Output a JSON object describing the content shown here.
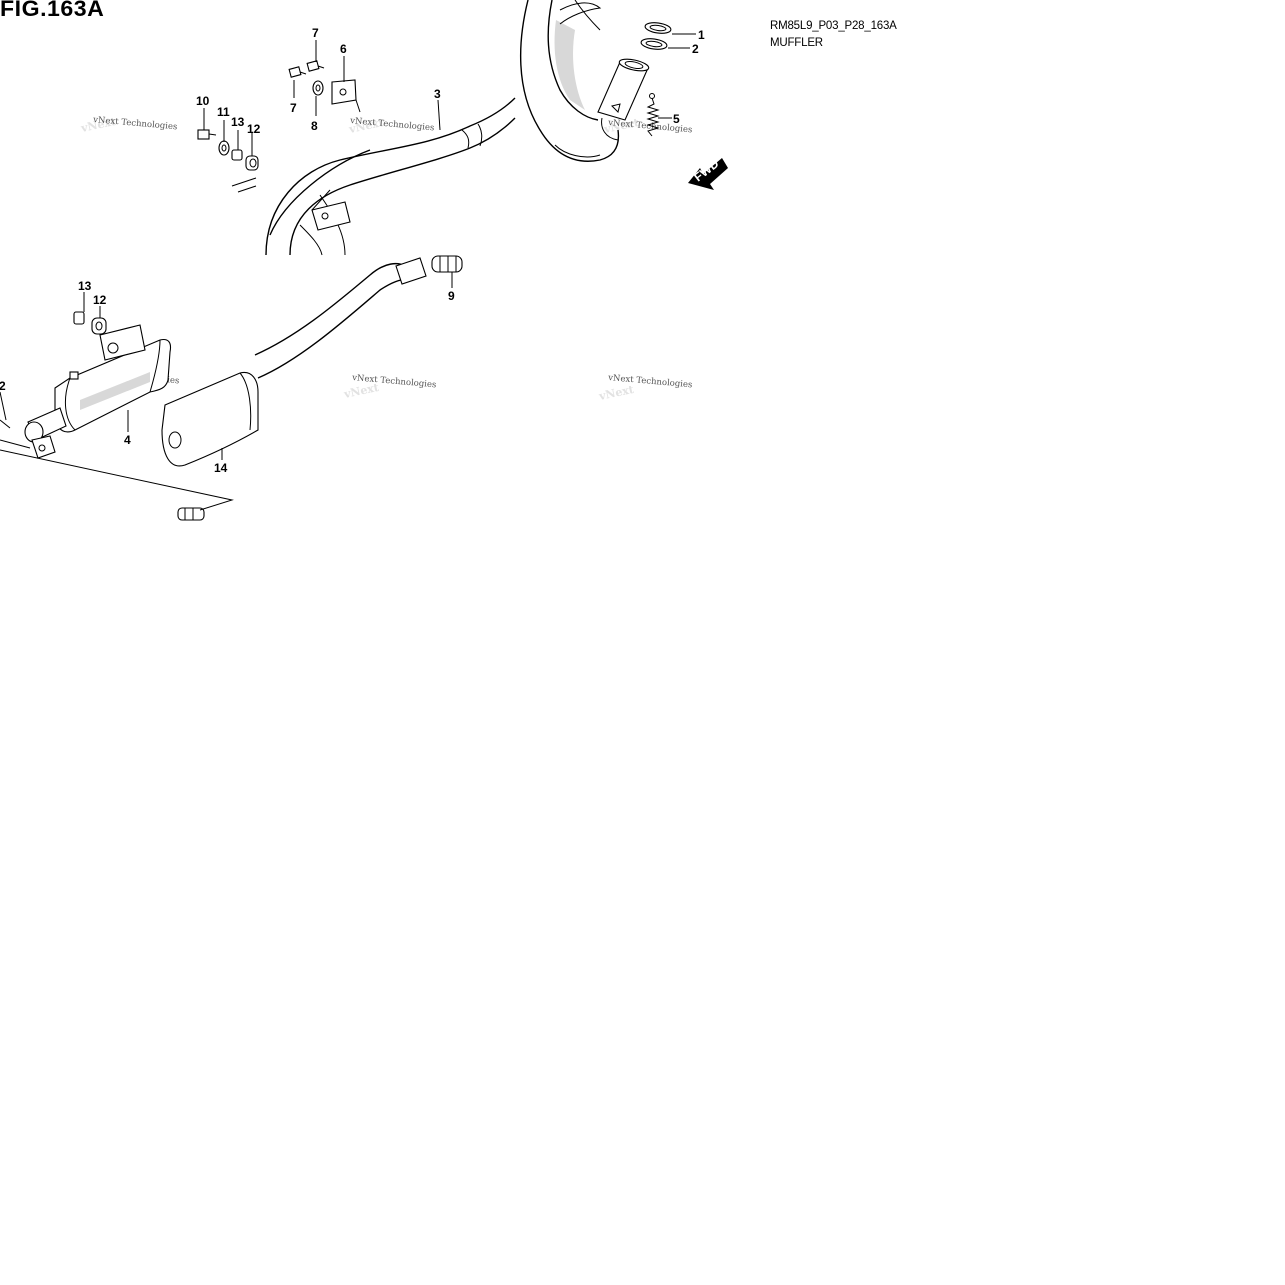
{
  "header": {
    "figure_label": "FIG.163A",
    "drawing_code": "RM85L9_P03_P28_163A",
    "section_title": "MUFFLER"
  },
  "callouts": {
    "c1": "1",
    "c2": "2",
    "c3": "3",
    "c4": "4",
    "c5": "5",
    "c6": "6",
    "c7a": "7",
    "c7b": "7",
    "c8": "8",
    "c9": "9",
    "c10": "10",
    "c11": "11",
    "c12a": "12",
    "c12b": "12",
    "c12c": "2",
    "c13a": "13",
    "c13b": "13",
    "c14": "14"
  },
  "watermark": {
    "text": "vNext Technologies"
  },
  "direction_marker": {
    "label": "FWD"
  }
}
